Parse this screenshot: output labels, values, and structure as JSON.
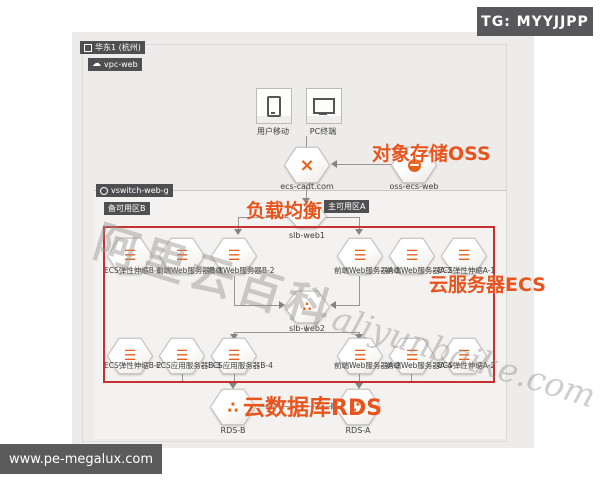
{
  "colors": {
    "accent_orange": "#e8541d",
    "highlight_red": "#c53030",
    "badge_bg": "#4f4f51"
  },
  "header_badge": {
    "label": "TG: MYYJJPP"
  },
  "footer_badge": {
    "label": "www.pe-megalux.com"
  },
  "region": {
    "label": "华东1 (杭州)"
  },
  "vpc": {
    "label": "vpc-web"
  },
  "vswitch": {
    "label": "vswitch-web-g"
  },
  "zones": {
    "backup": "备可用区B",
    "primary": "主可用区A"
  },
  "clients": [
    {
      "label": "用户移动"
    },
    {
      "label": "PC终端"
    }
  ],
  "overlays": {
    "oss": "对象存储OSS",
    "slb": "负载均衡",
    "ecs": "云服务器ECS",
    "rds": "云数据库RDS"
  },
  "watermark": {
    "cn": "阿里云百科",
    "en": "aliyunbaike.com"
  },
  "nodes": {
    "gateway": {
      "label": "ecs-cadt.com"
    },
    "oss": {
      "label": "oss-ecs-web"
    },
    "slb1": {
      "label": "slb-web1"
    },
    "slb2": {
      "label": "slb-web2"
    },
    "rds_b": {
      "label": "RDS-B"
    },
    "rds_a": {
      "label": "RDS-A"
    },
    "row1_left": [
      {
        "label": "ECS弹性伸缩B-1"
      },
      {
        "label": "前端Web服务器B-1"
      },
      {
        "label": "前端Web服务器B-2"
      }
    ],
    "row1_right": [
      {
        "label": "前端Web服务器A-1"
      },
      {
        "label": "前端Web服务器A-2"
      },
      {
        "label": "ECS弹性伸缩A-1"
      }
    ],
    "row2_left": [
      {
        "label": "ECS弹性伸缩B-2"
      },
      {
        "label": "ECS应用服务器B-3"
      },
      {
        "label": "ECS应用服务器B-4"
      }
    ],
    "row2_right": [
      {
        "label": "前端Web服务器A-3"
      },
      {
        "label": "前端Web服务器A-4"
      },
      {
        "label": "ECS弹性伸缩A-2"
      }
    ]
  }
}
